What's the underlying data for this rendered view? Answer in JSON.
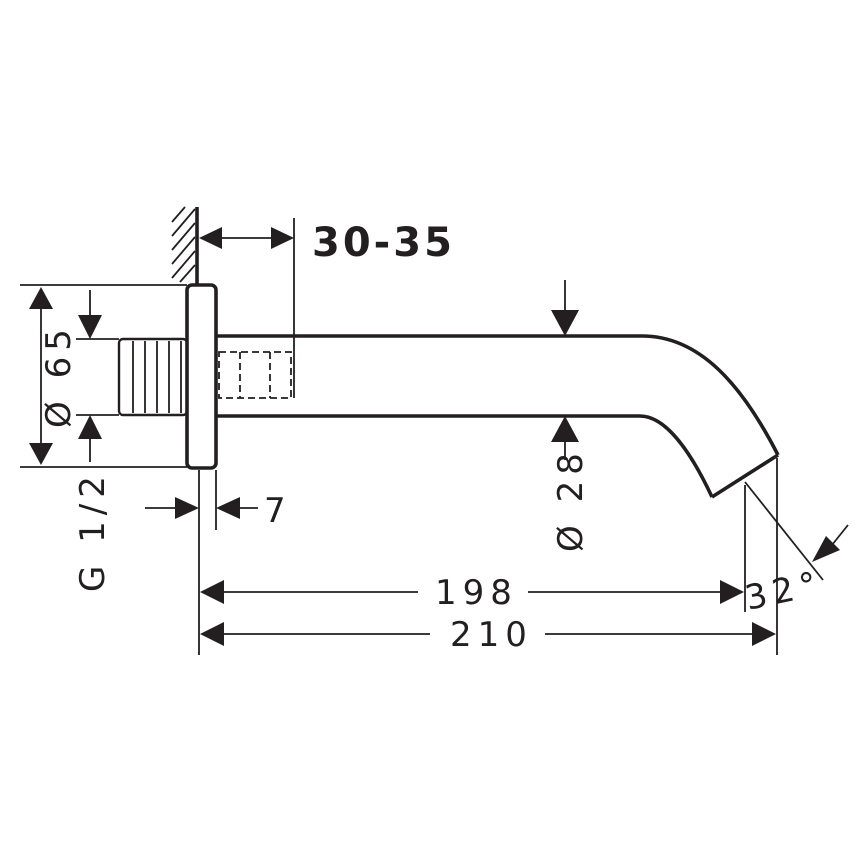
{
  "dimensions": {
    "wall_offset": "30-35",
    "flange_diameter": "Ø 65",
    "thread": "G 1/2",
    "flange_thickness": "7",
    "spout_diameter": "Ø 28",
    "spout_reach_inner": "198",
    "spout_reach_total": "210",
    "outlet_angle": "32°"
  }
}
